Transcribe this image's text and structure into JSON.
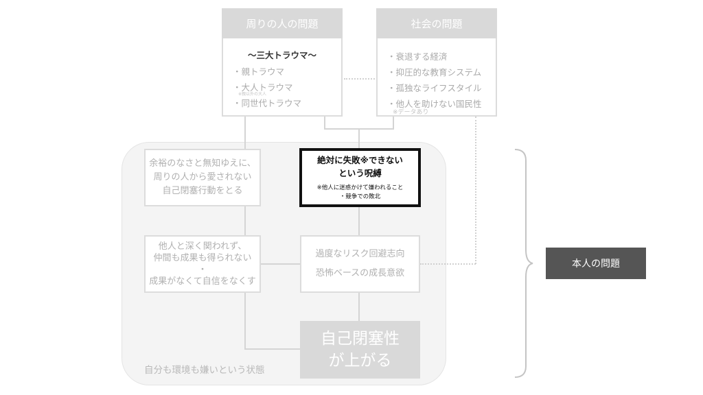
{
  "others": {
    "title": "周りの人の問題",
    "subtitle": "〜三大トラウマ〜",
    "items": [
      "・親トラウマ",
      "・大人トラウマ",
      "・同世代トラウマ"
    ],
    "note": "※親以外の大人"
  },
  "society": {
    "title": "社会の問題",
    "items": [
      "・衰退する経済",
      "・抑圧的な教育システム",
      "・孤独なライフスタイル",
      "・他人を助けない国民性"
    ],
    "note": "※データあり"
  },
  "curse": {
    "line1": "絶対に失敗※できない",
    "line2": "という呪縛",
    "note1": "※他人に迷惑かけて嫌われること",
    "note2": "・競争での敗北"
  },
  "closed_behavior": [
    "余裕のなさと無知ゆえに、",
    "周りの人から愛されない",
    "自己閉塞行動をとる"
  ],
  "isolation": [
    "他人と深く関われず、",
    "仲間も成果も得られない",
    "・",
    "成果がなくて自信をなくす"
  ],
  "risk": [
    "過度なリスク回避志向",
    "恐怖ベースの成長意欲"
  ],
  "rise": [
    "自己閉塞性",
    "が上がる"
  ],
  "state_label": "自分も環境も嫌いという状態",
  "self_problem": "本人の問題"
}
